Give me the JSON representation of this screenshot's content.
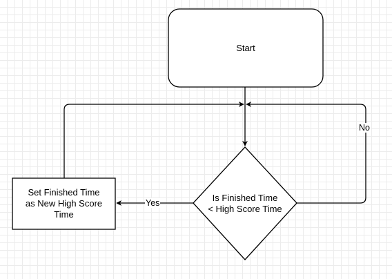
{
  "diagram": {
    "nodes": {
      "start": {
        "label": "Start",
        "shape": "rounded-rectangle"
      },
      "decision": {
        "label": "Is Finished Time\n< High Score Time",
        "shape": "diamond"
      },
      "process": {
        "label": "Set Finished Time\nas New High Score\nTime",
        "shape": "rectangle"
      }
    },
    "edges": {
      "yes_label": "Yes",
      "no_label": "No"
    },
    "colors": {
      "stroke": "#000000",
      "fill": "#ffffff",
      "grid": "#ececec"
    }
  }
}
